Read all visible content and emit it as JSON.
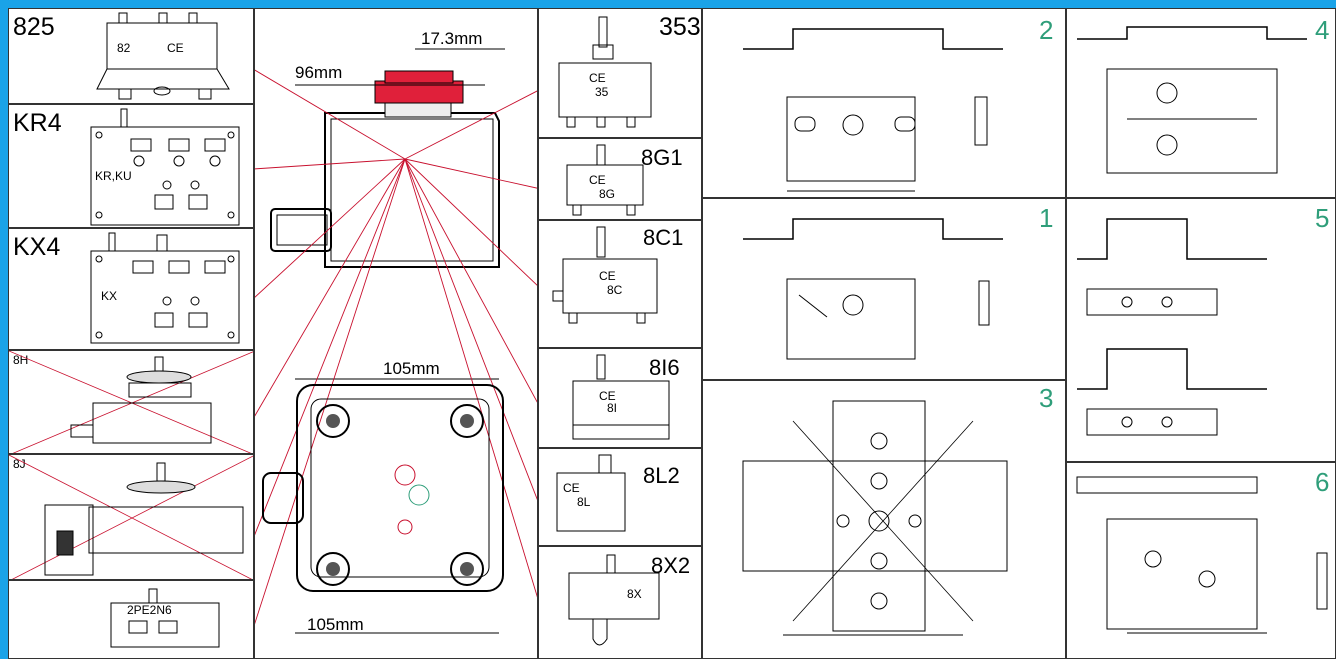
{
  "models": {
    "m825": "825",
    "m82": "82",
    "kr4": "KR4",
    "krku": "KR,KU",
    "kx4": "KX4",
    "kx": "KX",
    "h8": "8H",
    "j8": "8J",
    "pe": "2PE2N6",
    "m353": "353",
    "m35": "35",
    "g1": "8G1",
    "g": "8G",
    "c1": "8C1",
    "c": "8C",
    "i6": "8I6",
    "i": "8I",
    "l2": "8L2",
    "l": "8L",
    "x2": "8X2",
    "x": "8X",
    "ce": "CE"
  },
  "dimensions": {
    "d1": "17.3mm",
    "d2": "96mm",
    "d3": "105mm",
    "d4": "105mm"
  },
  "brackets": {
    "n1": "1",
    "n2": "2",
    "n3": "3",
    "n4": "4",
    "n5": "5",
    "n6": "6"
  },
  "colors": {
    "frame": "#1aa3e8",
    "knob": "#e0203a",
    "leader": "#c8102e",
    "bracket_number": "#2f9e7a"
  }
}
